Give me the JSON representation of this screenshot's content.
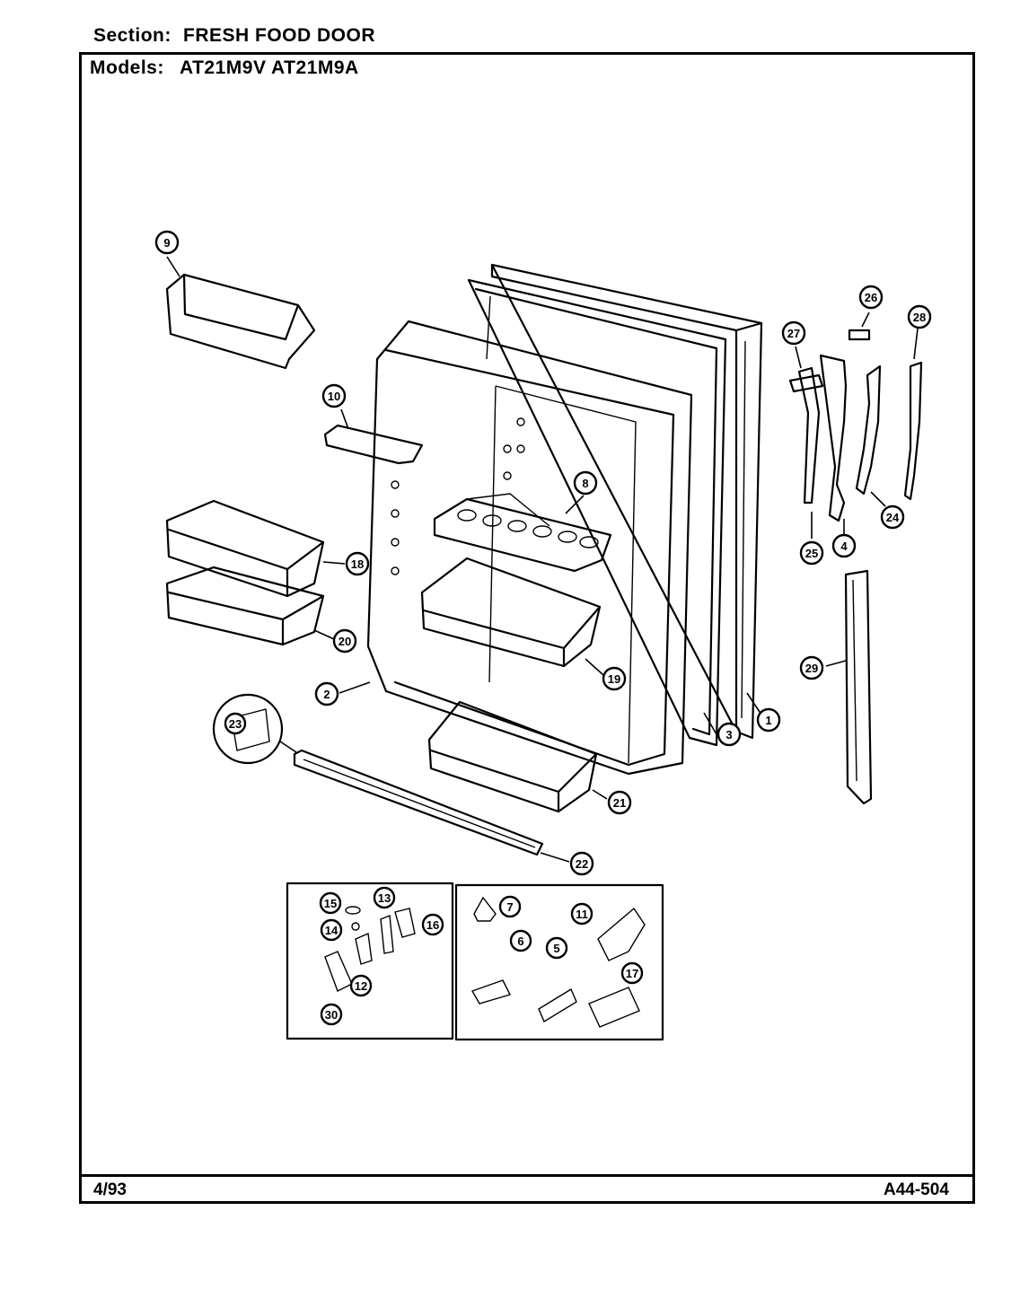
{
  "header": {
    "section_label": "Section:",
    "section_value": "FRESH FOOD DOOR",
    "models_label": "Models:",
    "models_value": "AT21M9V AT21M9A"
  },
  "footer": {
    "date": "4/93",
    "doc_number": "A44-504"
  },
  "callouts": [
    "1",
    "2",
    "3",
    "4",
    "5",
    "6",
    "7",
    "8",
    "9",
    "10",
    "11",
    "12",
    "13",
    "14",
    "15",
    "16",
    "17",
    "18",
    "19",
    "20",
    "21",
    "22",
    "23",
    "24",
    "25",
    "26",
    "27",
    "28",
    "29",
    "30"
  ]
}
